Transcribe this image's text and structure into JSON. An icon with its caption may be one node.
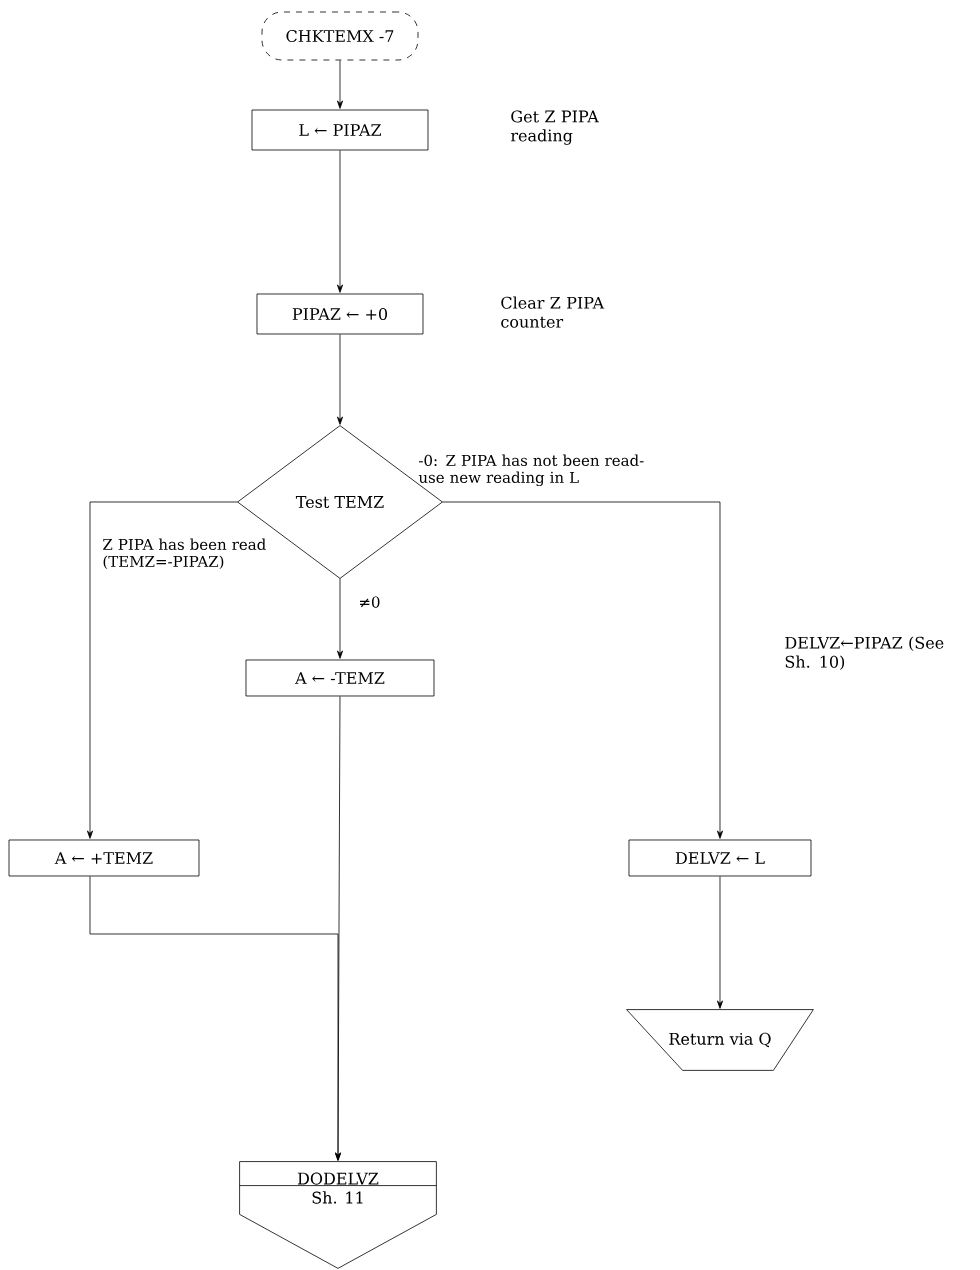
{
  "diagram": {
    "nodes": [
      {
        "text": [
          "CHKTEMX -7"
        ]
      },
      {
        "text": [
          "L ← PIPAZ"
        ]
      },
      {
        "text": [
          "PIPAZ ← +0"
        ]
      },
      {
        "text": [
          "Test TEMZ"
        ]
      },
      {
        "text": [
          "A ← -TEMZ"
        ]
      },
      {
        "text": [
          "A ← +TEMZ"
        ]
      },
      {
        "text": [
          "DELVZ ← L"
        ]
      },
      {
        "text": [
          "Return via Q"
        ]
      },
      {
        "text": [
          "DODELVZ",
          "Sh. 11"
        ]
      }
    ],
    "edges": [
      {
        "from": 0,
        "to": 1,
        "arrow": "to"
      },
      {
        "from": 1,
        "to": 2,
        "arrow": "to"
      },
      {
        "from": 2,
        "to": 3,
        "arrow": "to"
      },
      {
        "from": 3,
        "to": 4,
        "arrow": "to",
        "label": "≠0"
      },
      {
        "from": 3,
        "to": 5,
        "arrow": "to",
        "label": "Z PIPA has been read (TEMZ=-PIPAZ)"
      },
      {
        "from": 3,
        "to": 6,
        "arrow": "to",
        "label": "-0: Z PIPA has not been read- use new reading in L"
      },
      {
        "from": 6,
        "to": 7,
        "arrow": "to"
      },
      {
        "from": 4,
        "to": 8,
        "arrow": "to"
      },
      {
        "from": 5,
        "to": 8,
        "arrow": "to"
      }
    ],
    "labels": [
      "Get Z PIPA reading",
      "Clear Z PIPA counter",
      "DELVZ←PIPAZ (See Sh. 10)"
    ]
  }
}
